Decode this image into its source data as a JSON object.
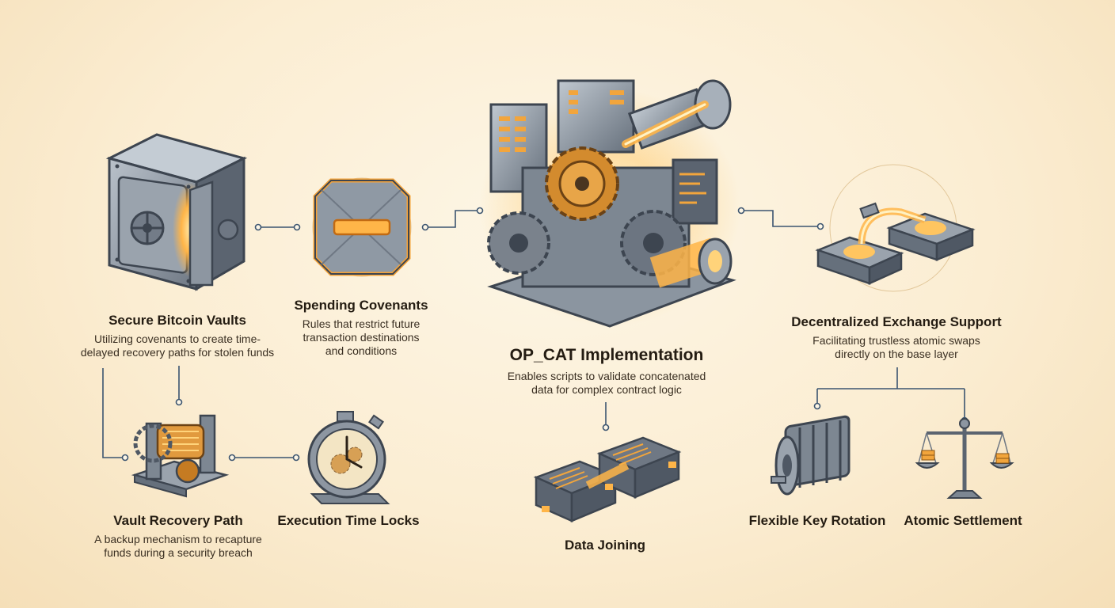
{
  "nodes": {
    "vaults": {
      "title": "Secure Bitcoin Vaults",
      "desc_line1": "Utilizing covenants to create time-",
      "desc_line2": "delayed recovery paths for stolen funds"
    },
    "covenants": {
      "title": "Spending Covenants",
      "desc_line1": "Rules that restrict future",
      "desc_line2": "transaction destinations",
      "desc_line3": "and conditions"
    },
    "opcat": {
      "title": "OP_CAT Implementation",
      "desc_line1": "Enables scripts to validate concatenated",
      "desc_line2": "data for complex contract logic"
    },
    "dex": {
      "title": "Decentralized Exchange Support",
      "desc_line1": "Facilitating trustless atomic swaps",
      "desc_line2": "directly on the base layer"
    },
    "recovery": {
      "title": "Vault Recovery Path",
      "desc_line1": "A backup mechanism to recapture",
      "desc_line2": "funds during a security breach"
    },
    "timelocks": {
      "title": "Execution Time Locks"
    },
    "joining": {
      "title": "Data Joining"
    },
    "keyrotation": {
      "title": "Flexible Key Rotation"
    },
    "settlement": {
      "title": "Atomic Settlement"
    }
  },
  "palette": {
    "accent": "#f4a33a",
    "glow": "#ffcf6e",
    "metal": "#8a94a0",
    "metal_dark": "#4f5864",
    "line": "#3b5470"
  },
  "icons": [
    "vault-safe-icon",
    "covenant-panel-icon",
    "opcat-machine-icon",
    "atomic-swap-icon",
    "recovery-winch-icon",
    "stopwatch-icon",
    "data-blocks-icon",
    "key-cylinder-icon",
    "balance-scale-icon"
  ]
}
